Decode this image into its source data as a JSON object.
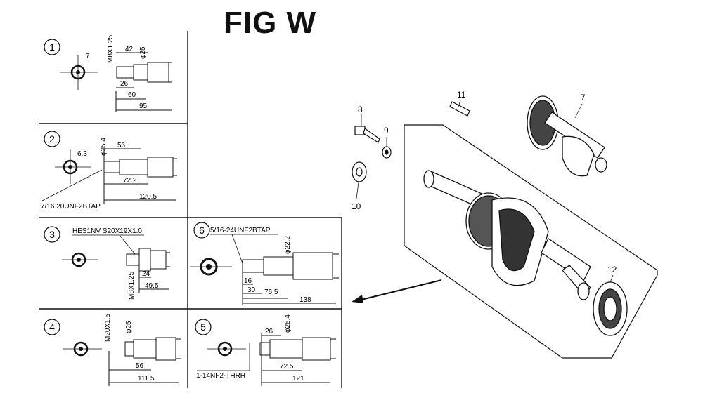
{
  "title": "FIG W",
  "panels": [
    {
      "id": "1",
      "label": "",
      "dims": {
        "thread": "M8X1.25",
        "dia": "φ25",
        "a": "7",
        "b": "42",
        "c": "26",
        "d": "60",
        "e": "95"
      }
    },
    {
      "id": "2",
      "label": "7/16 20UNF2BTAP",
      "dims": {
        "dia": "φ25.4",
        "a": "6.3",
        "b": "56",
        "c": "72.2",
        "d": "120.5"
      }
    },
    {
      "id": "3",
      "label": "HES1NV S20X19X1.0",
      "dims": {
        "thread": "M8X1.25",
        "a": "24",
        "b": "49.5"
      }
    },
    {
      "id": "6",
      "label": "5/16-24UNF2BTAP",
      "dims": {
        "dia": "φ22.2",
        "a": "16",
        "b": "30",
        "c": "76.5",
        "d": "138"
      }
    },
    {
      "id": "4",
      "label": "",
      "dims": {
        "thread": "M20X1.5",
        "dia": "φ25",
        "a": "56",
        "b": "111.5"
      }
    },
    {
      "id": "5",
      "label": "1-14NF2-THRH",
      "dims": {
        "dia": "φ25.4",
        "a": "26",
        "b": "72.5",
        "c": "121"
      }
    }
  ],
  "callouts": [
    "7",
    "8",
    "9",
    "10",
    "11",
    "12"
  ]
}
